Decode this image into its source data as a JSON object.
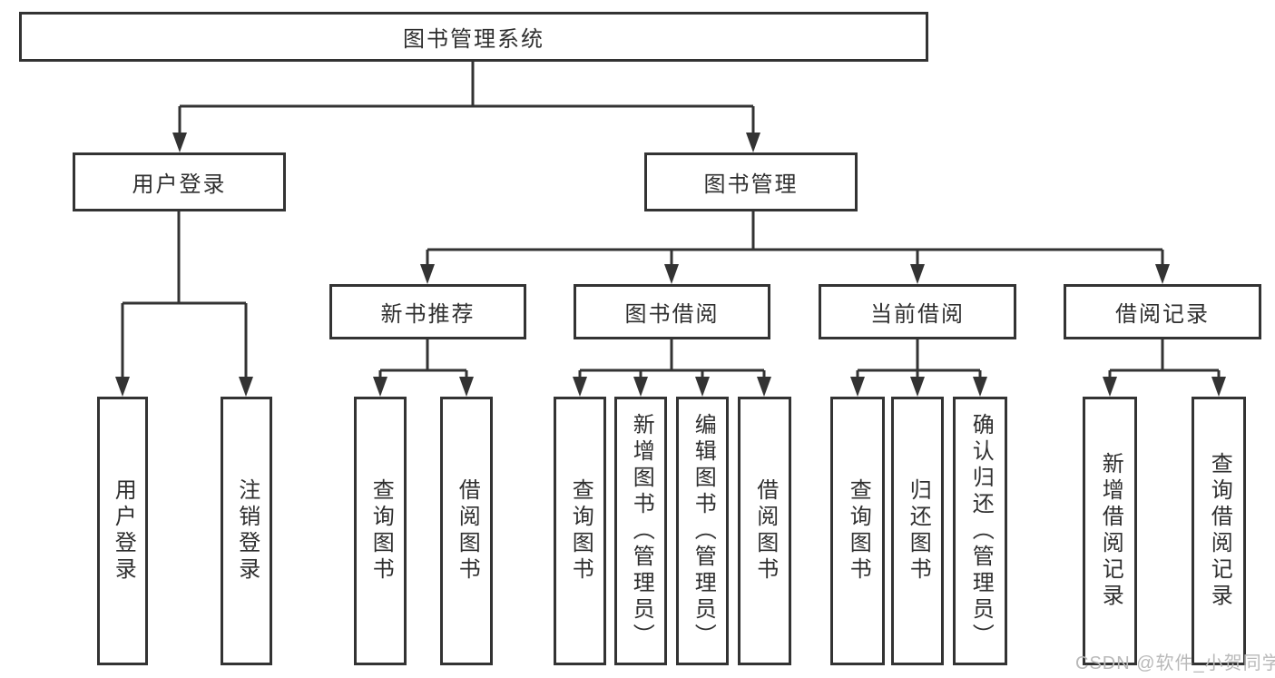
{
  "diagram": {
    "root": {
      "label": "图书管理系统"
    },
    "level1": [
      {
        "label": "用户登录"
      },
      {
        "label": "图书管理"
      }
    ],
    "level2": [
      {
        "label": "新书推荐"
      },
      {
        "label": "图书借阅"
      },
      {
        "label": "当前借阅"
      },
      {
        "label": "借阅记录"
      }
    ],
    "leaves_user_login": [
      "用户登录",
      "注销登录"
    ],
    "leaves_new_book": [
      "查询图书",
      "借阅图书"
    ],
    "leaves_book_borrow": [
      "查询图书",
      "新增图书（管理员）",
      "编辑图书（管理员）",
      "借阅图书"
    ],
    "leaves_current_borrow": [
      "查询图书",
      "归还图书",
      "确认归还（管理员）"
    ],
    "leaves_borrow_records": [
      "新增借阅记录",
      "查询借阅记录"
    ]
  },
  "watermark": {
    "text": "CSDN @软件_小贺同学"
  },
  "colors": {
    "line": "#333333",
    "text": "#2f2f2f",
    "watermark": "#b9b9b9",
    "background": "#ffffff"
  }
}
